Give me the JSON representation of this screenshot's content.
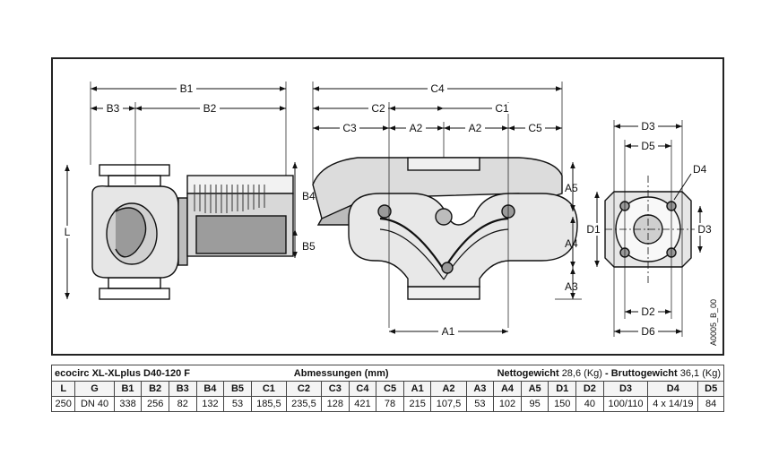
{
  "drawing": {
    "drawing_code": "A0005_B_00",
    "dimension_labels": {
      "L": "L",
      "B1": "B1",
      "B2": "B2",
      "B3": "B3",
      "B4": "B4",
      "B5": "B5",
      "C1": "C1",
      "C2": "C2",
      "C3": "C3",
      "C4": "C4",
      "C5": "C5",
      "A1": "A1",
      "A2": "A2",
      "A3": "A3",
      "A4": "A4",
      "A5": "A5",
      "D1": "D1",
      "D2": "D2",
      "D3": "D3",
      "D4": "D4",
      "D5": "D5",
      "D6": "D6"
    }
  },
  "table": {
    "model": "ecocirc XL-XLplus D40-120 F",
    "dimensions_title": "Abmessungen (mm)",
    "net_weight_label": "Nettogewicht",
    "net_weight_value": "28,6 (Kg)",
    "separator": "-",
    "gross_weight_label": "Bruttogewicht",
    "gross_weight_value": "36,1 (Kg)",
    "headers": [
      "L",
      "G",
      "B1",
      "B2",
      "B3",
      "B4",
      "B5",
      "C1",
      "C2",
      "C3",
      "C4",
      "C5",
      "A1",
      "A2",
      "A3",
      "A4",
      "A5",
      "D1",
      "D2",
      "D3",
      "D4",
      "D5"
    ],
    "values": [
      "250",
      "DN 40",
      "338",
      "256",
      "82",
      "132",
      "53",
      "185,5",
      "235,5",
      "128",
      "421",
      "78",
      "215",
      "107,5",
      "53",
      "102",
      "95",
      "150",
      "40",
      "100/110",
      "4 x 14/19",
      "84"
    ]
  }
}
